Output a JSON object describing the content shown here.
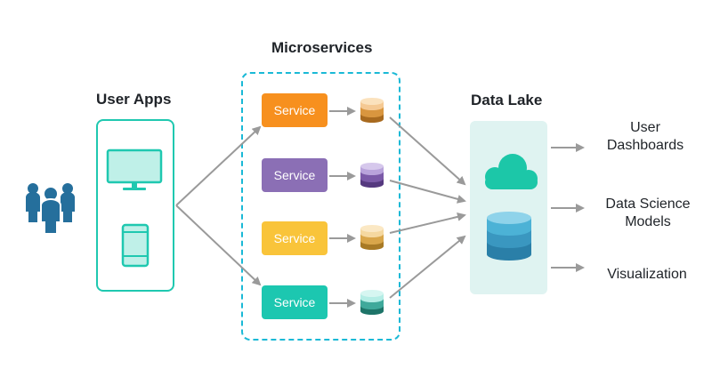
{
  "headings": {
    "microservices": "Microservices",
    "user_apps": "User Apps",
    "data_lake": "Data Lake"
  },
  "services": [
    {
      "label": "Service",
      "color": "#f7901e",
      "db_colors": [
        "#f5c993",
        "#d9963f",
        "#a86a1f"
      ]
    },
    {
      "label": "Service",
      "color": "#8b6fb5",
      "db_colors": [
        "#b9a3db",
        "#7b5aa8",
        "#55397f"
      ]
    },
    {
      "label": "Service",
      "color": "#f9c43a",
      "db_colors": [
        "#f5d8a0",
        "#d9a64a",
        "#a87a25"
      ]
    },
    {
      "label": "Service",
      "color": "#1cc7b0",
      "db_colors": [
        "#b4ede5",
        "#3fa99b",
        "#1d7468"
      ]
    }
  ],
  "outputs": {
    "dashboards_line1": "User",
    "dashboards_line2": "Dashboards",
    "datascience_line1": "Data Science",
    "datascience_line2": "Models",
    "visualization": "Visualization"
  },
  "icons": {
    "users": "users-group-icon",
    "monitor": "desktop-monitor-icon",
    "mobile": "mobile-phone-icon",
    "cloud": "cloud-icon",
    "lake_db": "database-icon"
  },
  "colors": {
    "teal": "#1fc8b0",
    "dashed_border": "#1ab9d6",
    "lake_bg": "#dff3f1",
    "arrow": "#9a9a9a",
    "users_blue": "#256f9c"
  }
}
